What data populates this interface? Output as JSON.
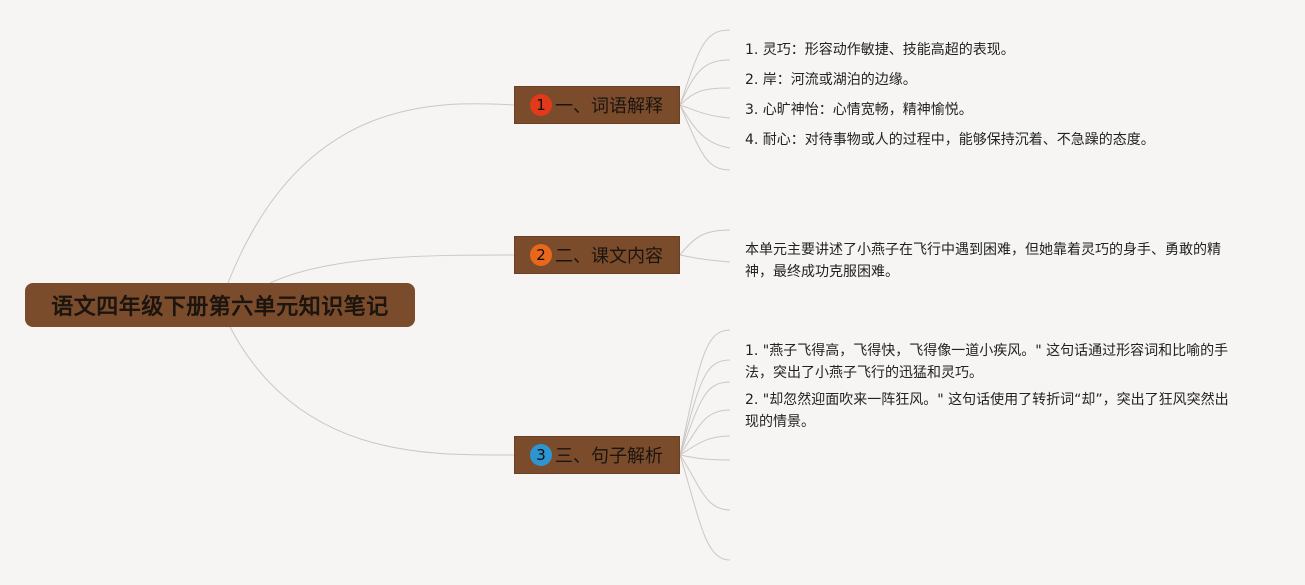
{
  "root": {
    "title": "语文四年级下册第六单元知识笔记"
  },
  "branches": [
    {
      "number": "1",
      "label": "一、词语解释",
      "badge_color": "#e13a18",
      "items": [
        "1. 灵巧：形容动作敏捷、技能高超的表现。",
        "2. 岸：河流或湖泊的边缘。",
        "3. 心旷神怡：心情宽畅，精神愉悦。",
        "4. 耐心：对待事物或人的过程中，能够保持沉着、不急躁的态度。"
      ]
    },
    {
      "number": "2",
      "label": "二、课文内容",
      "badge_color": "#e8671a",
      "items": [
        "本单元主要讲述了小燕子在飞行中遇到困难，但她靠着灵巧的身手、勇敢的精神，最终成功克服困难。"
      ]
    },
    {
      "number": "3",
      "label": "三、句子解析",
      "badge_color": "#2d96d2",
      "items": [
        "1. \"燕子飞得高，飞得快，飞得像一道小疾风。\" 这句话通过形容词和比喻的手法，突出了小燕子飞行的迅猛和灵巧。",
        "2. \"却忽然迎面吹来一阵狂风。\" 这句话使用了转折词“却”，突出了狂风突然出现的情景。"
      ]
    }
  ],
  "colors": {
    "node_fill": "#7b4c2c",
    "node_text": "#1b140f",
    "connector": "#cbc7c4",
    "background": "#f6f5f4"
  }
}
